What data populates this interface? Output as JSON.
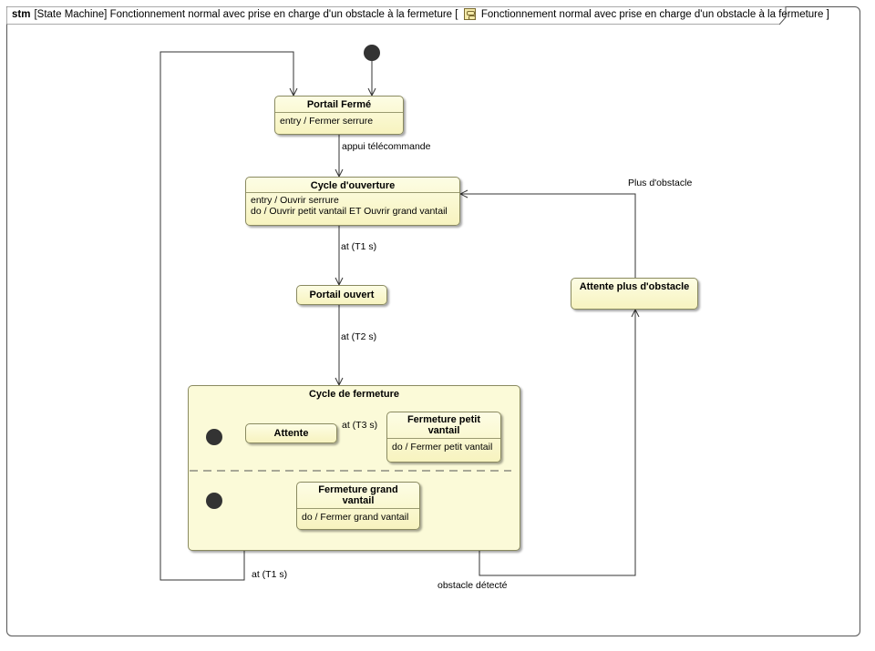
{
  "frame": {
    "keyword": "stm",
    "kind": "[State Machine]",
    "name": "Fonctionnement normal avec prise en charge d'un obstacle à la fermeture",
    "bracket_open": "[",
    "owner": "Fonctionnement normal avec prise en charge d'un obstacle à la fermeture",
    "bracket_close": "]",
    "owner_icon": "state-machine-icon"
  },
  "states": {
    "portail_ferme": {
      "title": "Portail Fermé",
      "body": [
        "entry / Fermer serrure"
      ]
    },
    "cycle_ouverture": {
      "title": "Cycle d'ouverture",
      "body": [
        "entry / Ouvrir serrure",
        "do / Ouvrir petit vantail ET Ouvrir grand vantail"
      ]
    },
    "portail_ouvert": {
      "title": "Portail ouvert"
    },
    "attente_obstacle": {
      "title": "Attente plus d'obstacle"
    },
    "cycle_fermeture": {
      "title": "Cycle de fermeture"
    },
    "attente": {
      "title": "Attente"
    },
    "fermeture_petit": {
      "title_line1": "Fermeture petit",
      "title_line2": "vantail",
      "body": [
        "do / Fermer petit vantail"
      ]
    },
    "fermeture_grand": {
      "title_line1": "Fermeture grand",
      "title_line2": "vantail",
      "body": [
        "do / Fermer grand vantail"
      ]
    }
  },
  "transitions": {
    "appui": "appui télécommande",
    "at_t1_open": "at (T1 s)",
    "at_t2": "at (T2 s)",
    "at_t3": "at (T3 s)",
    "at_t1_close": "at (T1 s)",
    "obstacle_detecte": "obstacle détecté",
    "plus_obstacle": "Plus d'obstacle"
  },
  "colors": {
    "state_fill": "#f7f3bf",
    "composite_fill": "#fbfad8",
    "border": "#8a8a60",
    "line": "#333333",
    "initial_node": "#333333"
  }
}
